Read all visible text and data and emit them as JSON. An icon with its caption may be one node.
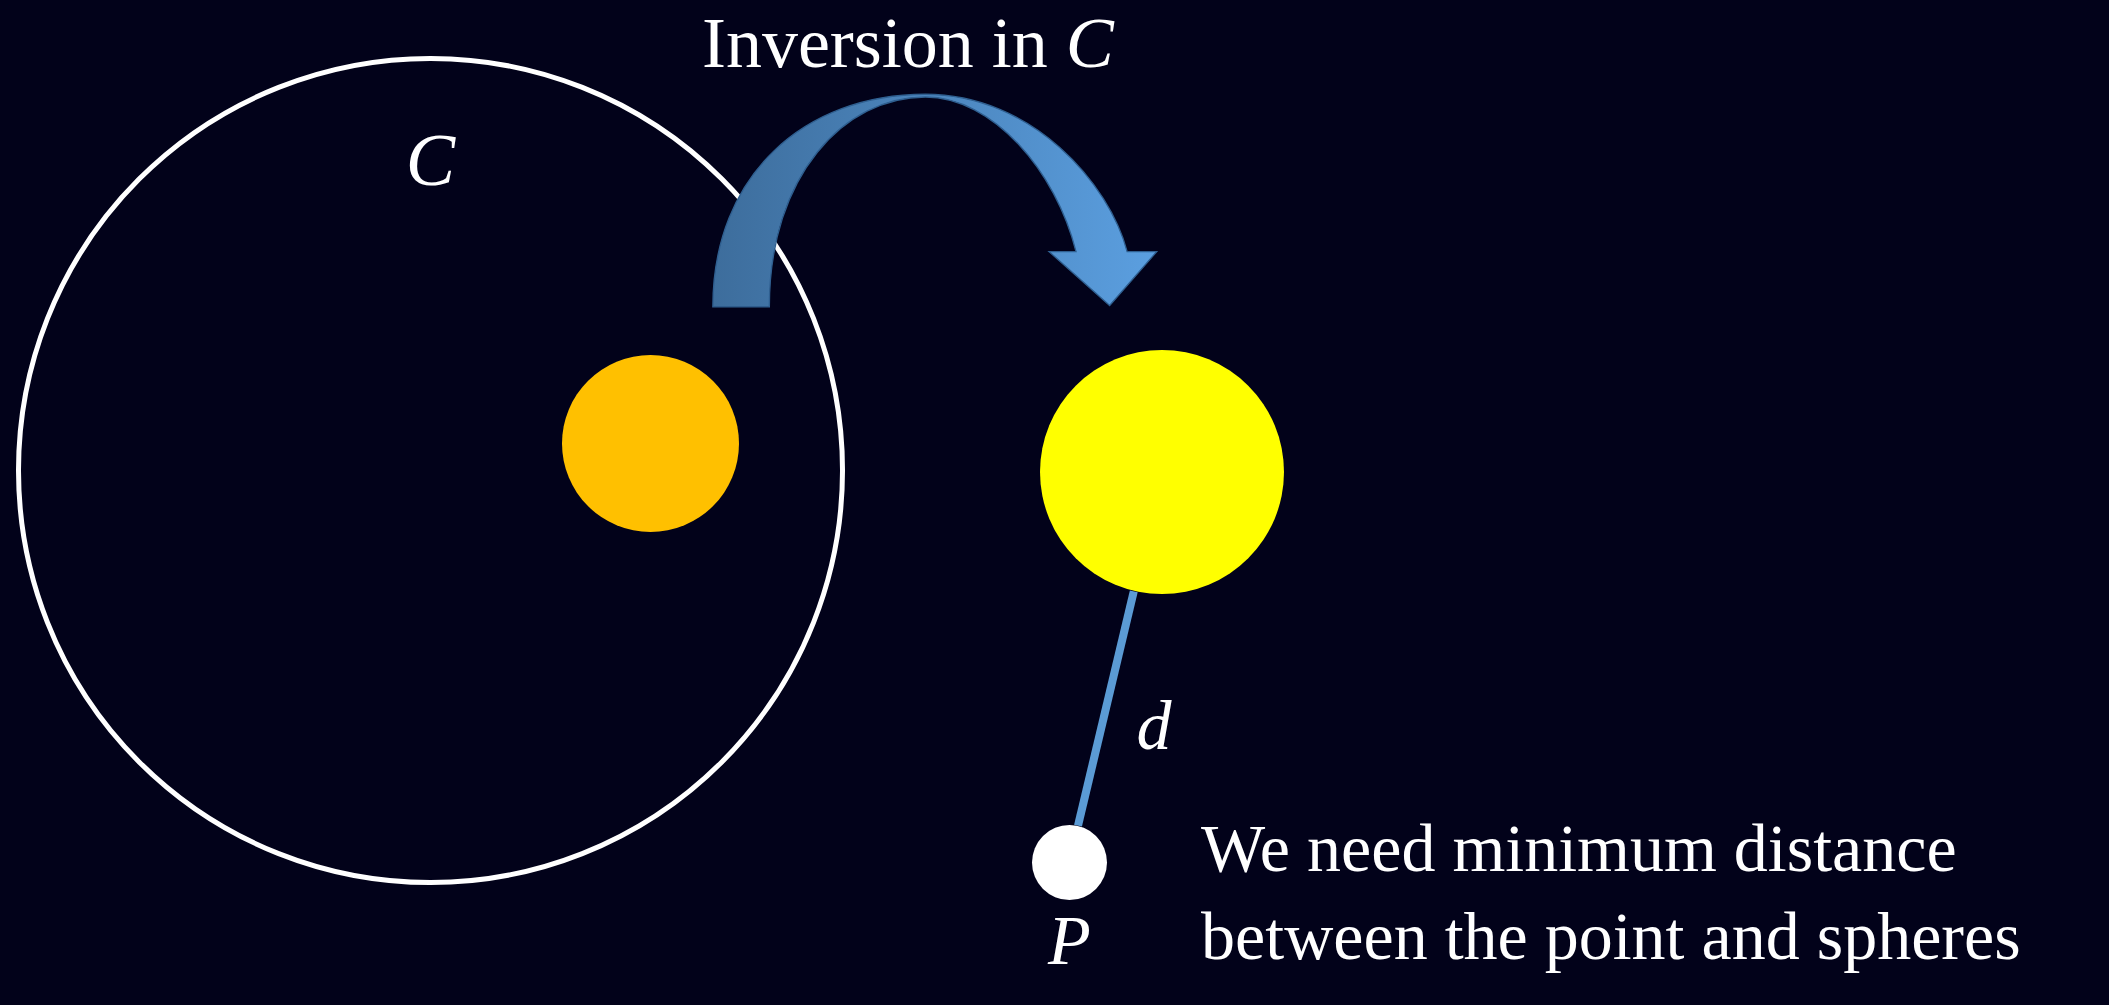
{
  "diagram": {
    "nodes": [
      {
        "text": [
          "C"
        ]
      },
      {
        "text": [],
        "shape": "circle",
        "in": 0
      },
      {
        "text": [],
        "shape": "circle"
      },
      {
        "text": [
          "P"
        ]
      }
    ],
    "edges": [
      {
        "from": 1,
        "to": 2,
        "arrow": "to",
        "label": "Inversion in *C*",
        "style": "thick"
      },
      {
        "from": 3,
        "to": 2,
        "arrow": "none",
        "label": "d"
      }
    ],
    "labels": [
      "We need minimum distance between the point and spheres"
    ]
  }
}
